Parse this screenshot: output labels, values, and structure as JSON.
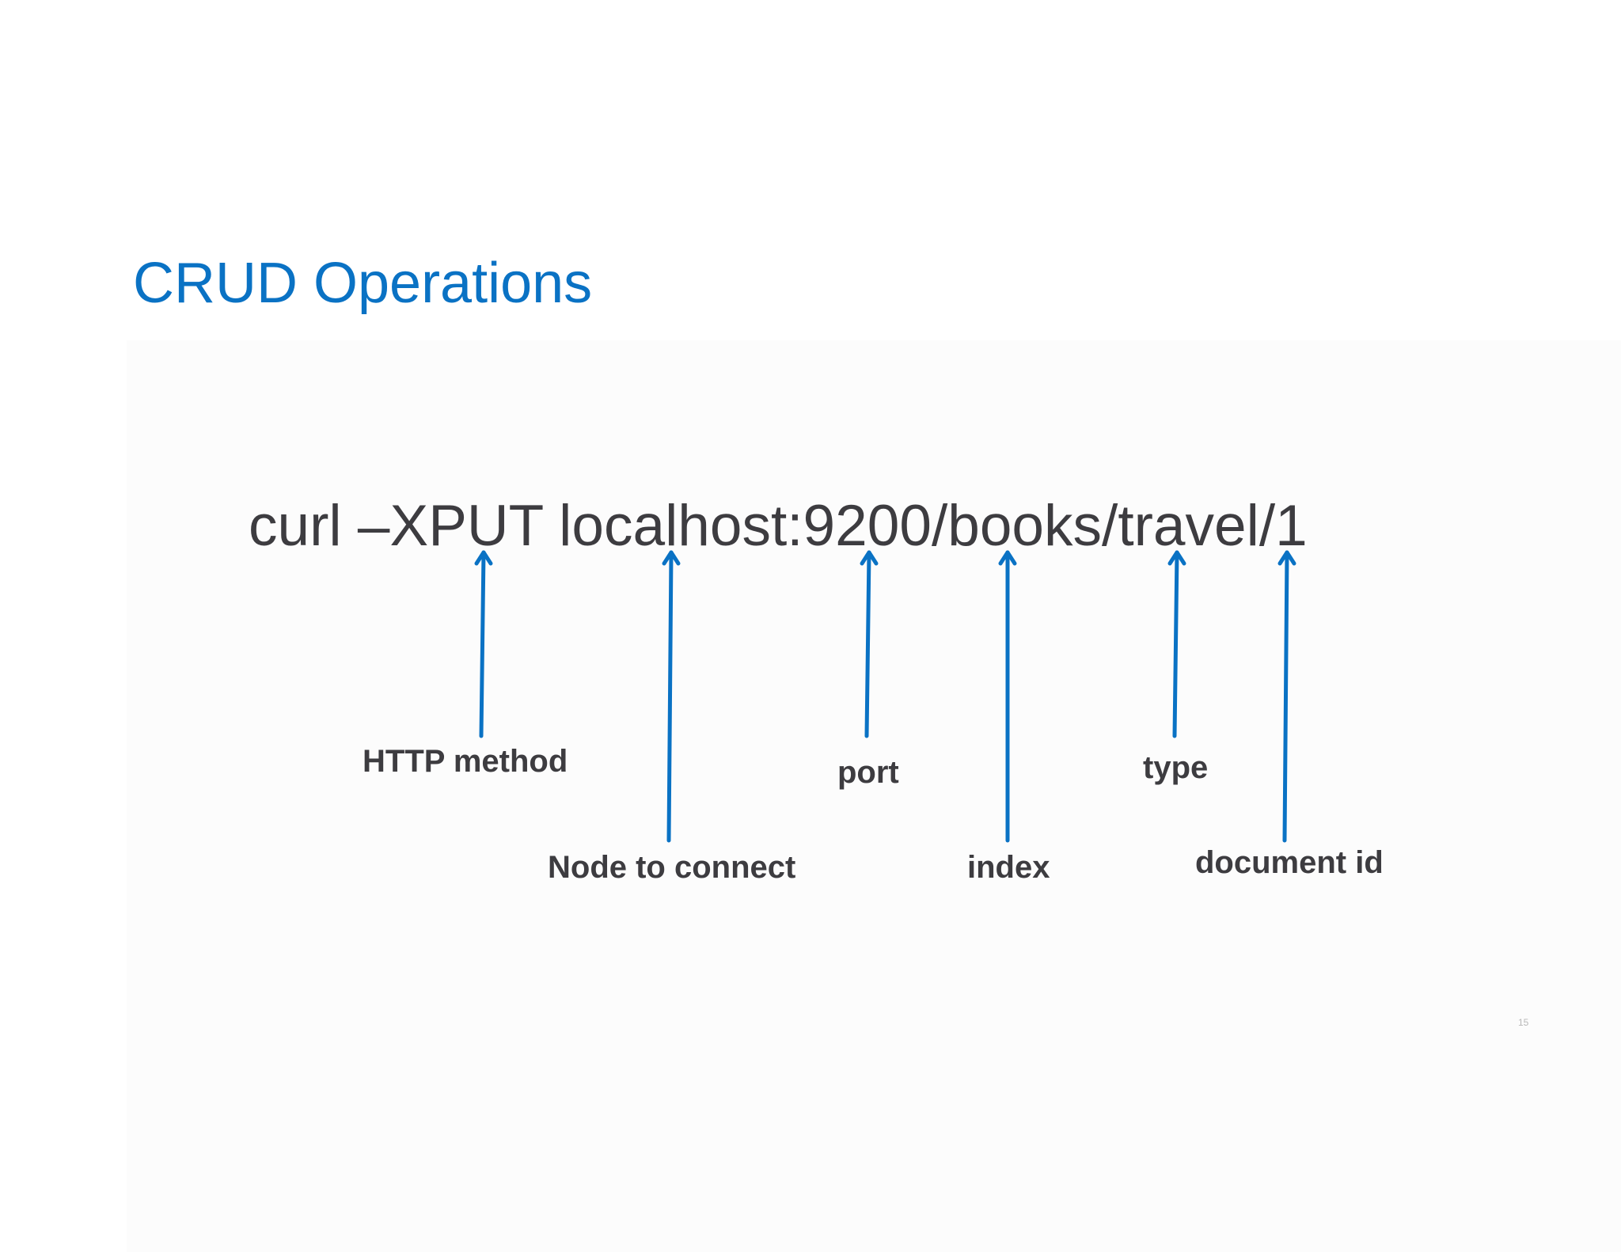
{
  "slide": {
    "title": "CRUD Operations",
    "command": "curl –XPUT localhost:9200/books/travel/1",
    "page_number": "15",
    "accent_color": "#0a72c4",
    "text_color": "#3d3c40"
  },
  "annotations": [
    {
      "label": "HTTP method"
    },
    {
      "label": "Node to connect"
    },
    {
      "label": "port"
    },
    {
      "label": "index"
    },
    {
      "label": "type"
    },
    {
      "label": "document id"
    }
  ]
}
